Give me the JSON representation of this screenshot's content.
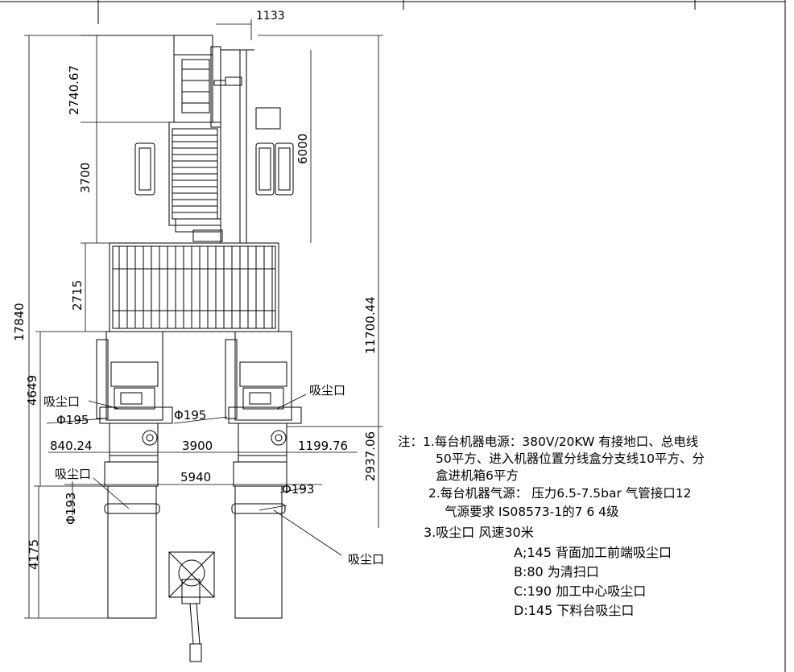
{
  "dimensions": {
    "top_width": "1133",
    "upper_height": "2740.67",
    "feeder_height": "3700",
    "right_height": "6000",
    "conveyor_height": "2715",
    "total_height": "17840",
    "right_total": "11700.44",
    "left_lower": "4649",
    "right_lower": "2937.06",
    "left_offset": "840.24",
    "center_span": "3900",
    "right_offset": "1199.76",
    "outer_span": "5940",
    "bottom_height": "4175",
    "dia_195_left": "Φ195",
    "dia_195_right": "Φ195",
    "dia_193_left": "Φ193",
    "dia_193_right": "Φ193"
  },
  "labels": {
    "dust_port": "吸尘口"
  },
  "notes": {
    "l1": "注：1.每台机器电源：380V/20KW 有接地口、总电线",
    "l2": "50平方、进入机器位置分线盒分支线10平方、分",
    "l3": "盒进机箱6平方",
    "l4": "2.每台机器气源：  压力6.5-7.5bar  气管接口12",
    "l5": "气源要求 IS08573-1的7 6 4级",
    "l6": "3.吸尘口  风速30米",
    "l7": "A;145  背面加工前端吸尘口",
    "l8": "B:80    为清扫口",
    "l9": "C:190  加工中心吸尘口",
    "l10": "D:145  下料台吸尘口"
  }
}
